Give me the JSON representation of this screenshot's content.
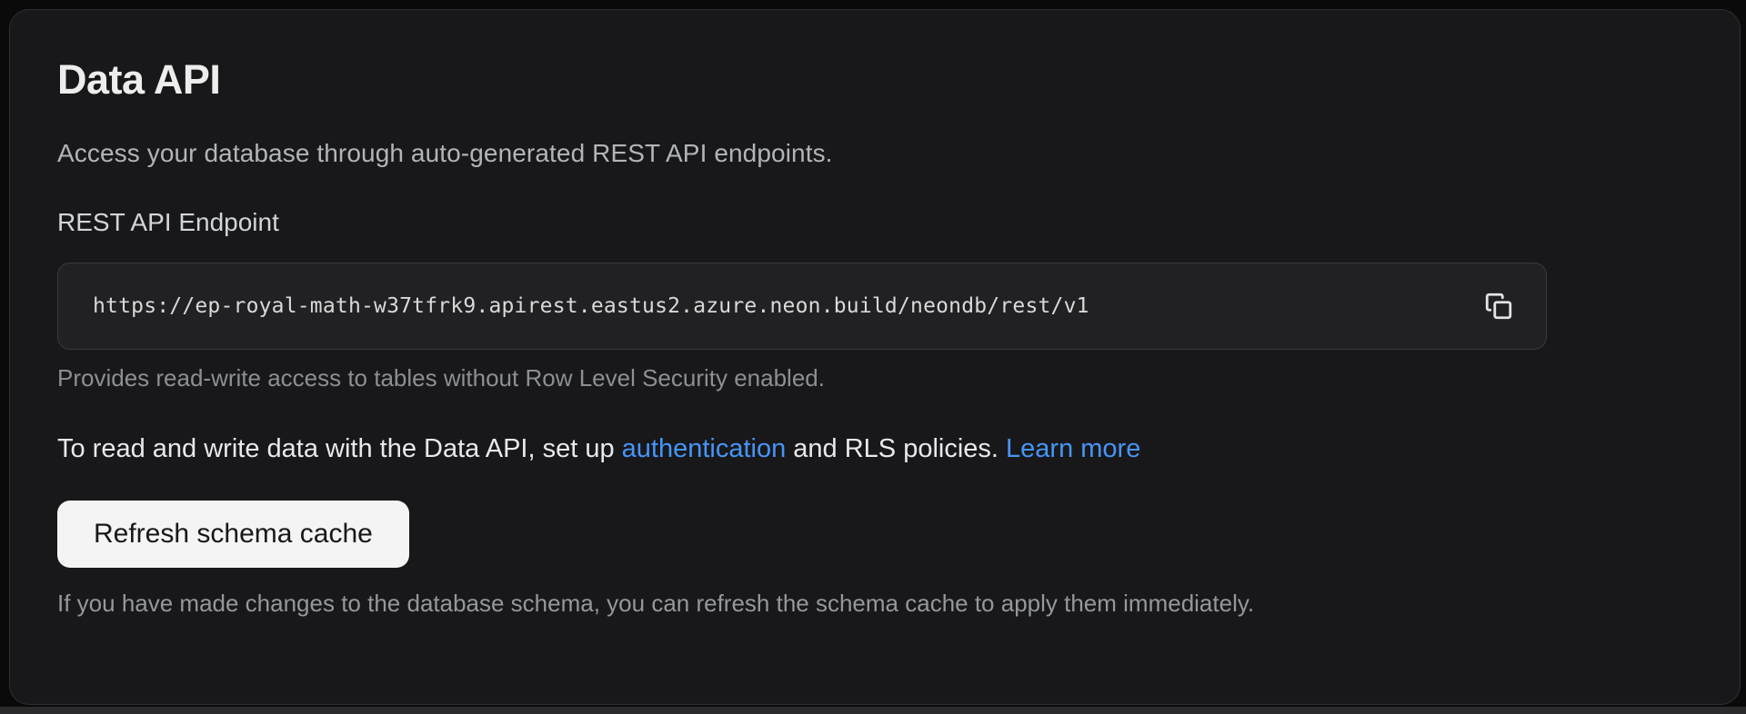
{
  "page": {
    "title": "Data API",
    "description": "Access your database through auto-generated REST API endpoints."
  },
  "endpoint": {
    "label": "REST API Endpoint",
    "url": "https://ep-royal-math-w37tfrk9.apirest.eastus2.azure.neon.build/neondb/rest/v1",
    "helper": "Provides read-write access to tables without Row Level Security enabled.",
    "copy_icon": "copy-icon"
  },
  "auth_note": {
    "prefix": "To read and write data with the Data API, set up ",
    "auth_link_label": "authentication",
    "middle": " and RLS policies. ",
    "learn_more_label": "Learn more"
  },
  "schema_cache": {
    "button_label": "Refresh schema cache",
    "helper": "If you have made changes to the database schema, you can refresh the schema cache to apply them immediately."
  },
  "colors": {
    "page_bg": "#0a0a0b",
    "card_bg": "#18181a",
    "card_border": "#2f2f32",
    "field_bg": "#212123",
    "link_blue": "#4695f7",
    "button_bg": "#f4f4f4",
    "button_text": "#17181a"
  }
}
